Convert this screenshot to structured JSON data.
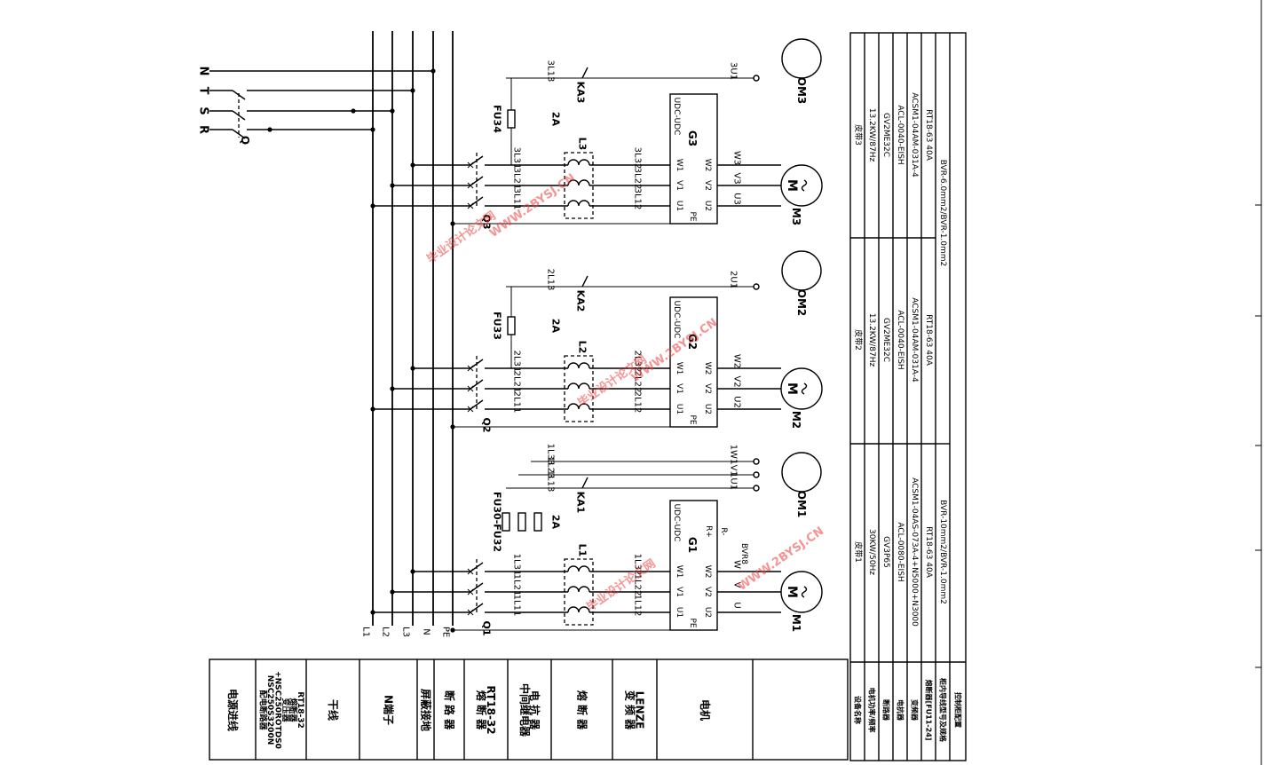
{
  "supply": {
    "phases": [
      "R",
      "S",
      "T",
      "N"
    ],
    "switch": "Q"
  },
  "bus_labels": [
    "L1",
    "L2",
    "L3",
    "N",
    "PE"
  ],
  "legend_rows": [
    {
      "lines": [
        "电源进线"
      ]
    },
    {
      "lines": [
        "配电断路器",
        "NSC250S3200N",
        "+NSC250ROTDS0",
        "变压器",
        "熔断器",
        "RT18-32"
      ]
    },
    {
      "lines": [
        "干线"
      ]
    },
    {
      "lines": [
        "N端子"
      ]
    },
    {
      "lines": [
        "屏蔽接地"
      ]
    },
    {
      "lines": [
        "断 路 器"
      ]
    },
    {
      "lines": [
        "熔 断 器",
        "RT18-32"
      ]
    },
    {
      "lines": [
        "中间继电器",
        "电 抗 器"
      ]
    },
    {
      "lines": [
        "熔 断 器"
      ]
    },
    {
      "lines": [
        "变 频 器",
        "LENZE"
      ]
    },
    {
      "lines": [
        "电机"
      ]
    }
  ],
  "drives": [
    {
      "breaker": "Q1",
      "reactor": "L1",
      "inverter": "G1",
      "motor": "M1",
      "aux_motor": "OM1",
      "relay": "KA1",
      "fuse": "FU30-FU32",
      "fuse_rating": "2A",
      "in_wires": [
        "1L11",
        "1L21",
        "1L31"
      ],
      "out_wires": [
        "1L12",
        "1L22",
        "1L32"
      ],
      "aux_wires": [
        "1L13",
        "1L23",
        "1L33"
      ],
      "aux_motor_wires": [
        "1U1",
        "1V1",
        "1W1"
      ],
      "motor_terms": [
        "U",
        "V",
        "W"
      ],
      "brake": "BVR8",
      "brake_terms": [
        "R+",
        "R-"
      ]
    },
    {
      "breaker": "Q2",
      "reactor": "L2",
      "inverter": "G2",
      "motor": "M2",
      "aux_motor": "OM2",
      "relay": "KA2",
      "fuse": "FU33",
      "fuse_rating": "2A",
      "in_wires": [
        "2L11",
        "2L21",
        "2L31"
      ],
      "out_wires": [
        "2L12",
        "2L22",
        "2L32"
      ],
      "aux_wires": [
        "2L13"
      ],
      "aux_motor_wires": [
        "2U1"
      ],
      "motor_terms": [
        "U2",
        "V2",
        "W2"
      ]
    },
    {
      "breaker": "Q3",
      "reactor": "L3",
      "inverter": "G3",
      "motor": "M3",
      "aux_motor": "OM3",
      "relay": "KA3",
      "fuse": "FU34",
      "fuse_rating": "2A",
      "in_wires": [
        "3L11",
        "3L21",
        "3L31"
      ],
      "out_wires": [
        "3L12",
        "3L22",
        "3L32"
      ],
      "aux_wires": [
        "3L13"
      ],
      "aux_motor_wires": [
        "3U1"
      ],
      "motor_terms": [
        "U3",
        "V3",
        "W3"
      ]
    }
  ],
  "inverter_terms": {
    "top": [
      "U1",
      "V1",
      "W1"
    ],
    "bottom": [
      "U2",
      "V2",
      "W2"
    ],
    "pe": "PE",
    "dc": "UDC-UDC"
  },
  "spec_labels": [
    "设备名称",
    "电机功率/频率",
    "断路器",
    "电抗器",
    "变频器",
    "熔断器[FU11-24]",
    "柜内导线型号及规格",
    "控制柜配置"
  ],
  "spec_cols": [
    {
      "values": [
        "皮带1",
        "30KW/50Hz",
        "GV3P65",
        "ACL-0080-EISH",
        "ACSM1-04AS-073A-4+N5000+N3000",
        "RT18-63 40A",
        "BVR-10mm2/BVR-1.0mm2"
      ]
    },
    {
      "values": [
        "皮带2",
        "13.2KW/87Hz",
        "GV2ME32C",
        "ACL-0040-EISH",
        "ACSM1-04AM-031A-4",
        "RT18-63  40A",
        ""
      ]
    },
    {
      "values": [
        "皮带3",
        "13.2KW/87Hz",
        "GV2ME32C",
        "ACL-0040-EISH",
        "ACSM1-04AM-031A-4",
        "RT18-63 40A",
        ""
      ]
    }
  ],
  "shared_wire": "BVR-6.0mm2/BVR-1.0mm2",
  "watermarks": [
    "毕业设计论文网",
    "WWW.2BYSJ.CN"
  ],
  "colors": {
    "ink": "#000000",
    "watermark": "#ef3b3b"
  }
}
